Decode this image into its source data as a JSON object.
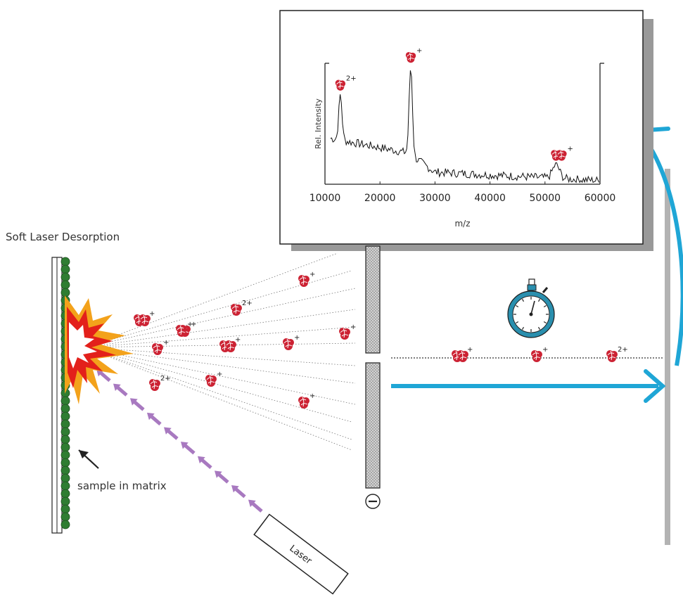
{
  "labels": {
    "method": "Soft Laser Desorption",
    "sample": "sample in matrix",
    "laser": "Laser",
    "detector_sign": "−"
  },
  "colors": {
    "ion": "#cc2233",
    "arrow": "#1fa6d6",
    "laser_beam": "#a879c0",
    "matrix": "#2f7d32",
    "burst_outer": "#f3a21b",
    "burst_inner": "#e3201b",
    "detector": "#b3b3b3",
    "stopwatch": "#2a8fae"
  },
  "icons": {
    "stopwatch": "stopwatch-icon",
    "ion": "protein-ion-icon"
  },
  "spectrum": {
    "type": "line",
    "xlabel": "m/z",
    "ylabel": "Rel. Intensity",
    "xlim": [
      10000,
      60000
    ],
    "ylim": [
      0,
      1
    ],
    "xticks": [
      "10000",
      "20000",
      "30000",
      "40000",
      "50000",
      "60000"
    ],
    "peaks": [
      {
        "x": 12800,
        "y": 0.74,
        "label": "2+"
      },
      {
        "x": 25600,
        "y": 0.97,
        "label": "+"
      },
      {
        "x": 52000,
        "y": 0.16,
        "label": "+"
      }
    ]
  },
  "plume_ions": [
    {
      "charge": "+"
    },
    {
      "charge": "2+"
    },
    {
      "charge": "+"
    },
    {
      "charge": "+"
    },
    {
      "charge": "+"
    },
    {
      "charge": "+"
    },
    {
      "charge": "+"
    },
    {
      "charge": "+"
    },
    {
      "charge": "2+"
    },
    {
      "charge": "+"
    },
    {
      "charge": "+"
    },
    {
      "charge": "+"
    }
  ],
  "flight_ions": [
    {
      "charge": "+"
    },
    {
      "charge": "+"
    },
    {
      "charge": "2+"
    }
  ]
}
